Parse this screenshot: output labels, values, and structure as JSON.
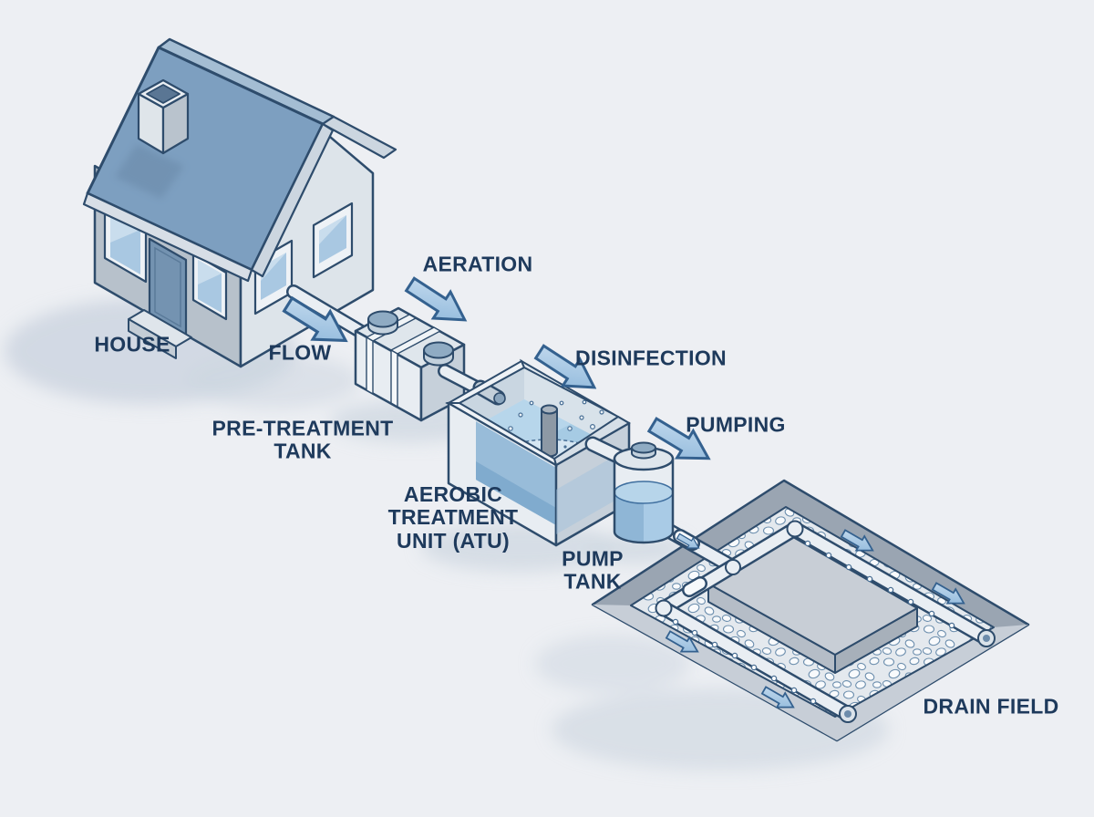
{
  "diagram": {
    "subject": "aerobic-septic-system-process",
    "labels": {
      "house": "HOUSE",
      "flow": "FLOW",
      "pretreatment_line1": "PRE-TREATMENT",
      "pretreatment_line2": "TANK",
      "aeration": "AERATION",
      "atu_line1": "AEROBIC",
      "atu_line2": "TREATMENT",
      "atu_line3": "UNIT (ATU)",
      "disinfection": "DISINFECTION",
      "pump_line1": "PUMP",
      "pump_line2": "TANK",
      "pumping": "PUMPING",
      "drain_field": "DRAIN FIELD"
    }
  },
  "colors": {
    "background": "#edeff3",
    "outline": "#2e4c6c",
    "label_text": "#1e3a5c",
    "roof_main": "#7d9fc0",
    "roof_light": "#a4bdd3",
    "fascia": "#d7dee6",
    "wall_left": "#b7c1cb",
    "wall_right": "#dde4ea",
    "window_glass": "#a9c8e2",
    "door": "#7493b1",
    "water_surface": "#a6cbe4",
    "water_deep": "#8fb6d6",
    "arrow_fill_light": "#c6dcef",
    "arrow_fill": "#8cb6da",
    "arrow_outline": "#34618f",
    "pipe_fill": "#e9eef3",
    "gravel_base": "#e4e9ee",
    "pebble_fill": "#f8fafc",
    "pebble_stroke": "#6d8fae",
    "slope_dark": "#9aa5b2",
    "slope_light": "#c7ced7",
    "mound_top": "#c8ced6",
    "mound_side": "#a7b0ba",
    "tank_body": "#e8edf2",
    "tank_side": "#c6d0da",
    "tank_top": "#dfe6ec",
    "lid": "#8fabc3",
    "shadow": "#ccd5e0"
  }
}
